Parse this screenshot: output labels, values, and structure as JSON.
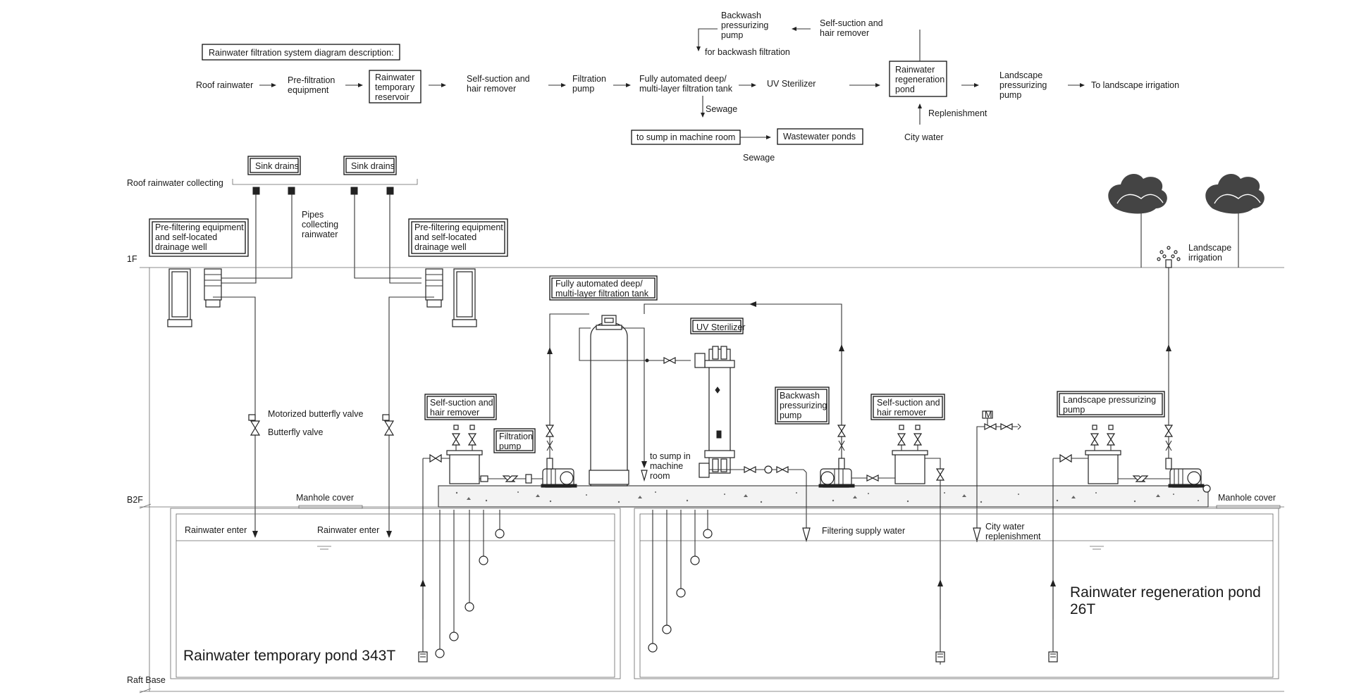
{
  "description": {
    "title": "Rainwater filtration system diagram description:",
    "flow": [
      "Roof rainwater",
      "Pre-filtration equipment",
      "Rainwater temporary reservoir",
      "Self-suction and hair remover",
      "Filtration pump",
      "Fully automated deep/ multi-layer filtration tank",
      "UV Sterilizer",
      "Rainwater regeneration pond",
      "Landscape pressurizing pump",
      "To landscape irrigation"
    ],
    "backwash_pump": "Backwash pressurizing pump",
    "backwash_hair_remover": "Self-suction and hair remover",
    "for_backwash": "for backwash filtration",
    "sewage": "Sewage",
    "to_sump": "to sump in machine room",
    "wastewater_ponds": "Wastewater ponds",
    "sewage2": "Sewage",
    "replenishment": "Replenishment",
    "city_water": "City water"
  },
  "levels": {
    "roof_collecting": "Roof rainwater collecting",
    "floor_1f": "1F",
    "floor_b2f": "B2F",
    "raft_base": "Raft Base"
  },
  "labels": {
    "sink_drains": "Sink drains",
    "pre_filtering": "Pre-filtering equipment and self-located drainage well",
    "pipes_collecting": "Pipes collecting rainwater",
    "motorized_valve": "Motorized butterfly valve",
    "butterfly_valve": "Butterfly valve",
    "filtration_tank": "Fully automated deep/ multi-layer filtration tank",
    "uv_sterilizer": "UV Sterilizer",
    "self_suction": "Self-suction and hair remover",
    "filtration_pump": "Filtration pump",
    "to_sump_machine": "to sump in machine room",
    "backwash_pump": "Backwash pressurizing pump",
    "landscape_pump": "Landscape pressurizing pump",
    "landscape_irrigation": "Landscape irrigation",
    "manhole_cover": "Manhole cover",
    "rainwater_enter": "Rainwater enter",
    "filtering_supply": "Filtering supply water",
    "city_water_replenishment": "City water replenishment",
    "motor_mark": "M",
    "temporary_pond": "Rainwater temporary pond 343T",
    "regeneration_pond": "Rainwater regeneration pond 26T"
  }
}
